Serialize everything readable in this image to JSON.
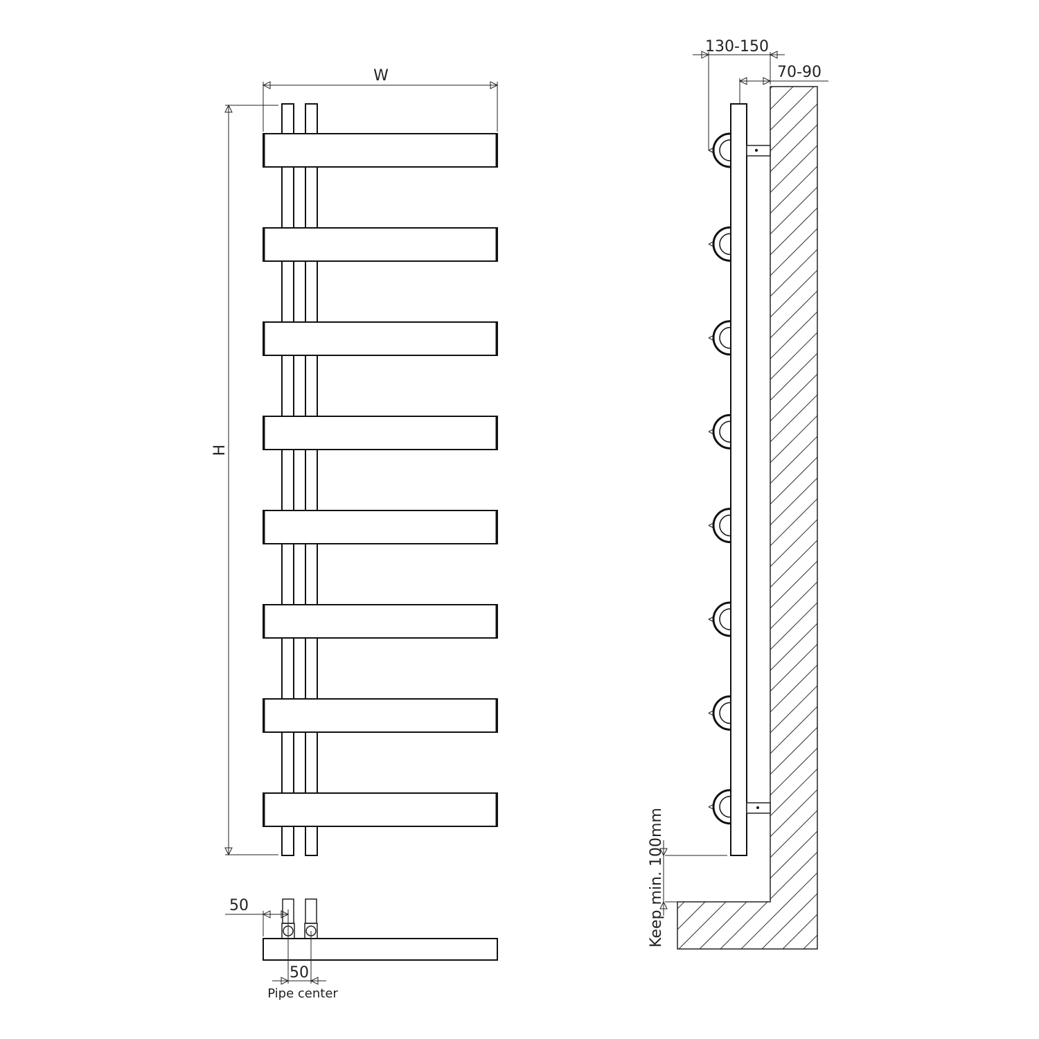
{
  "front_view": {
    "width_label": "W",
    "height_label": "H",
    "bar_count": 8
  },
  "bottom_view": {
    "side_offset_label": "50",
    "pipe_spacing_label": "50",
    "pipe_center_label": "Pipe center"
  },
  "side_view": {
    "handle_distance_label": "130-150",
    "wall_distance_label": "70-90",
    "floor_clearance_label": "Keep min. 100mm"
  }
}
